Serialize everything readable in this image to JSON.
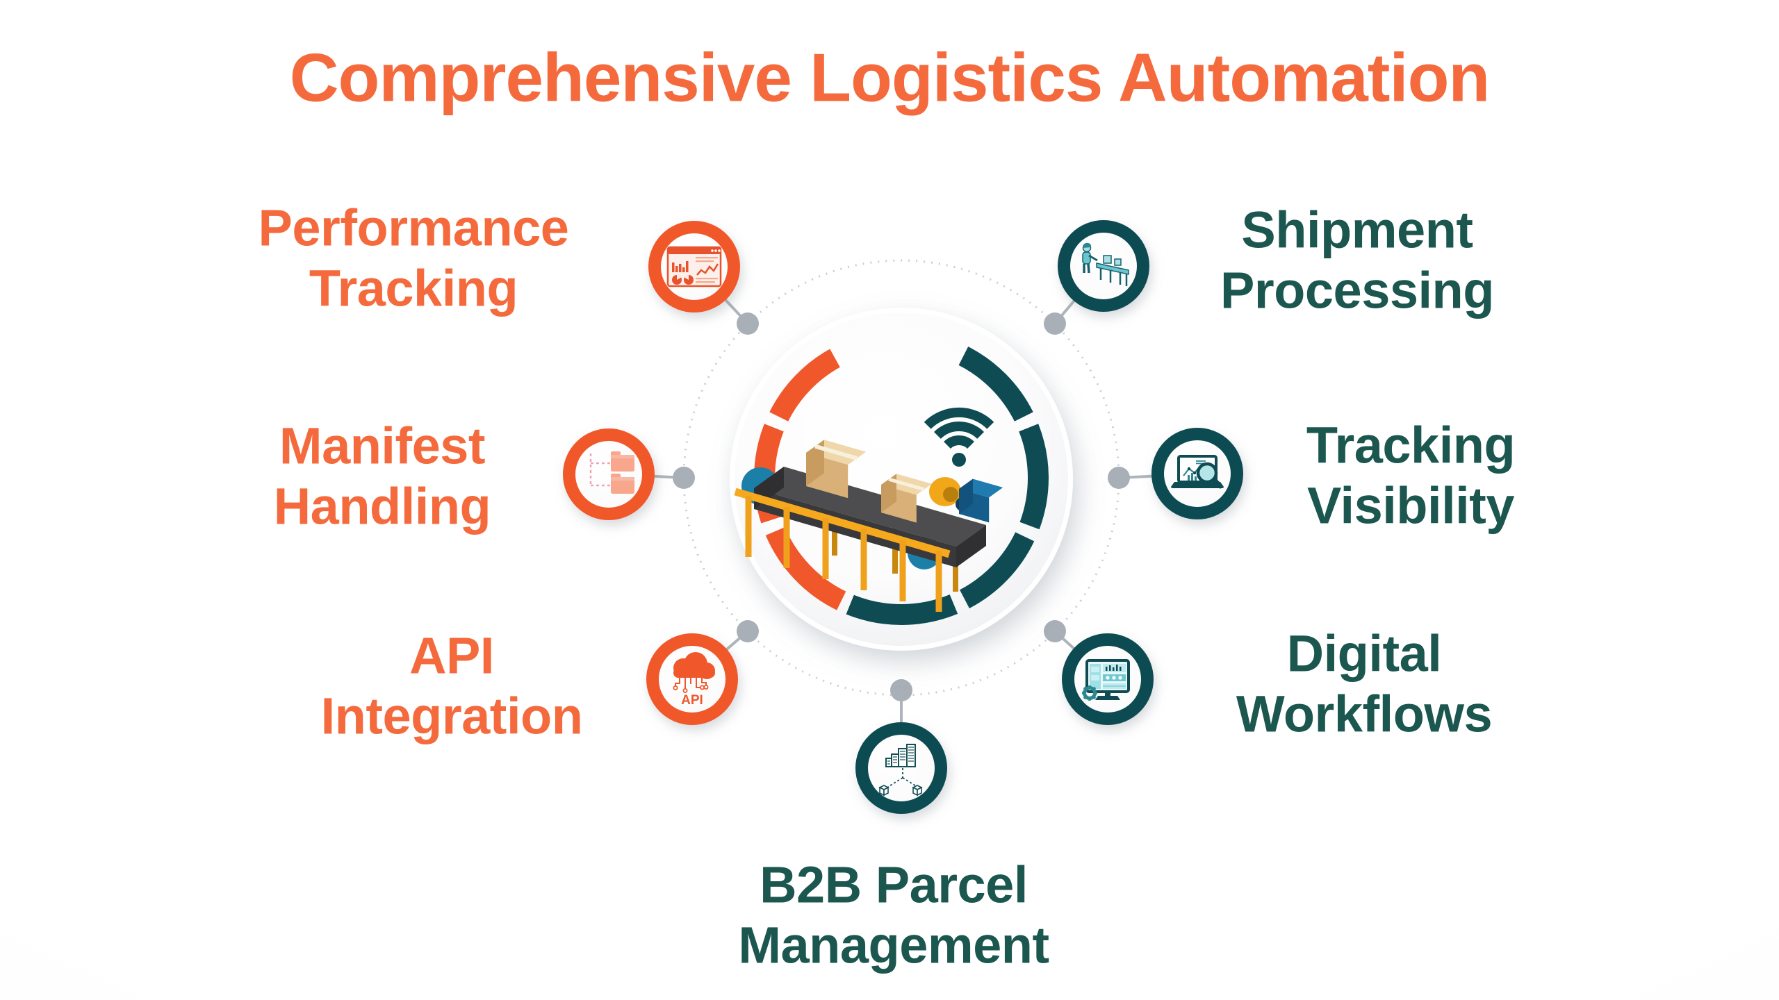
{
  "title": "Comprehensive Logistics Automation",
  "colors": {
    "orange_accent": "#F0582B",
    "orange_text": "#F46A3D",
    "teal_accent": "#0E4B53",
    "teal_text": "#1B564F",
    "connector_gray": "#A9AFB6",
    "dashed_circle_gray": "#C9CDD2"
  },
  "center": {
    "illustration": "conveyor-belt-with-parcels",
    "wifi_icon": "wifi-icon"
  },
  "nodes": [
    {
      "id": "performance-tracking",
      "label": "Performance\nTracking",
      "side": "left",
      "color": "#F0582B",
      "icon": "analytics-dashboard-icon"
    },
    {
      "id": "manifest-handling",
      "label": "Manifest\nHandling",
      "side": "left",
      "color": "#F0582B",
      "icon": "folder-tree-icon"
    },
    {
      "id": "api-integration",
      "label": "API\nIntegration",
      "side": "left",
      "color": "#F0582B",
      "icon": "api-cloud-icon",
      "badge": "API"
    },
    {
      "id": "shipment-processing",
      "label": "Shipment\nProcessing",
      "side": "right",
      "color": "#0E4B53",
      "icon": "worker-conveyor-icon"
    },
    {
      "id": "tracking-visibility",
      "label": "Tracking\nVisibility",
      "side": "right",
      "color": "#0E4B53",
      "icon": "laptop-magnifier-icon"
    },
    {
      "id": "digital-workflows",
      "label": "Digital\nWorkflows",
      "side": "right",
      "color": "#0E4B53",
      "icon": "monitor-gear-icon"
    },
    {
      "id": "b2b-parcel-management",
      "label": "B2B Parcel\nManagement",
      "side": "bottom",
      "color": "#0E4B53",
      "icon": "warehouse-distribution-icon"
    }
  ]
}
